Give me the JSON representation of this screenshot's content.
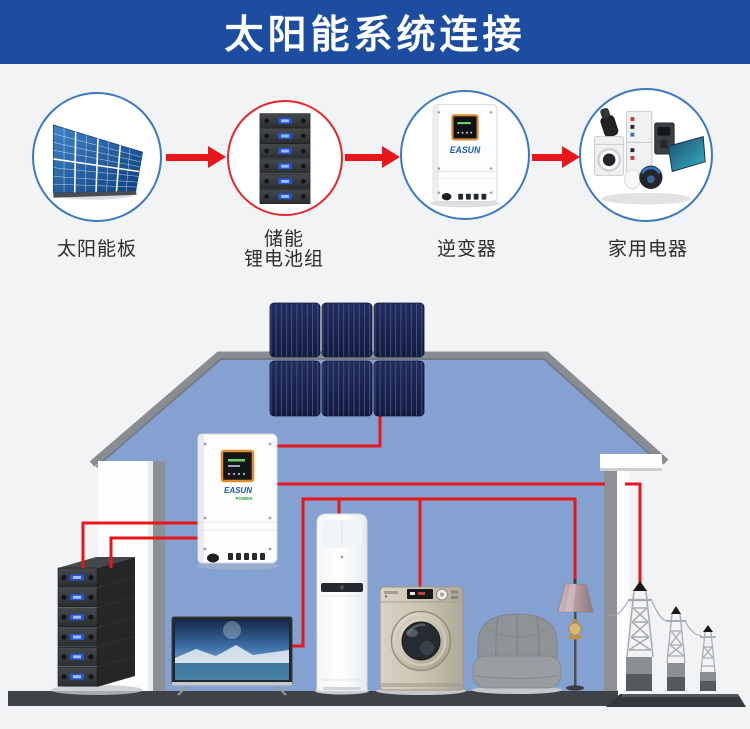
{
  "header": {
    "title": "太阳能系统连接",
    "bg_color": "#1d4da0",
    "text_color": "#ffffff"
  },
  "flow": {
    "arrow_color": "#e8151b",
    "steps": [
      {
        "label": "太阳能板",
        "icon": "solar-panel-icon",
        "border_color": "#3b78c2"
      },
      {
        "label": "储能",
        "label2": "锂电池组",
        "icon": "battery-pack-icon",
        "border_color": "#e8262a"
      },
      {
        "label": "逆变器",
        "icon": "inverter-icon",
        "border_color": "#3b78c2"
      },
      {
        "label": "家用电器",
        "icon": "home-appliances-icon",
        "border_color": "#3b78c2"
      }
    ]
  },
  "scene": {
    "wire_color": "#e8151b",
    "house_fill": "#84a1d1",
    "roof_trim_color": "#898d91",
    "wall_cut_color": "#8d9195",
    "ground_color": "#3f4347",
    "solar_panel_color": "#1a2348",
    "inverter_brand": "EASUN",
    "inverter_brand_sub": "POWER"
  }
}
